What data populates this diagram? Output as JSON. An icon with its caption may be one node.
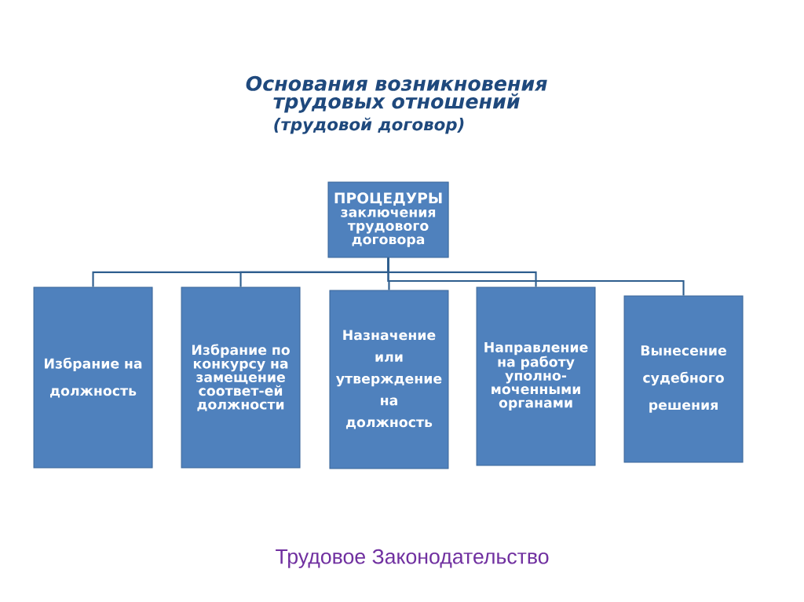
{
  "diagram": {
    "title": "Основания возникновения трудовых отношений",
    "nodes": [
      {
        "text": [
          "ПРОЦЕДУРЫ",
          "заключения трудового договора"
        ]
      },
      {
        "text": [
          "Избрание на должность"
        ]
      },
      {
        "text": [
          "Избрание по конкурсу на замещение соответ-ей должности"
        ]
      },
      {
        "text": [
          "Назначение или утверждение на должность"
        ]
      },
      {
        "text": [
          "Направление на работу уполно- моченными органами"
        ]
      },
      {
        "text": [
          "Вынесение судебного решения"
        ]
      }
    ],
    "edges": [
      {
        "from": 0,
        "to": 1,
        "arrow": "none"
      },
      {
        "from": 0,
        "to": 2,
        "arrow": "none"
      },
      {
        "from": 0,
        "to": 3,
        "arrow": "none"
      },
      {
        "from": 0,
        "to": 4,
        "arrow": "none"
      },
      {
        "from": 0,
        "to": 5,
        "arrow": "none"
      }
    ],
    "labels": [
      "(трудовой договор)",
      "Трудовое Законодательство"
    ]
  }
}
